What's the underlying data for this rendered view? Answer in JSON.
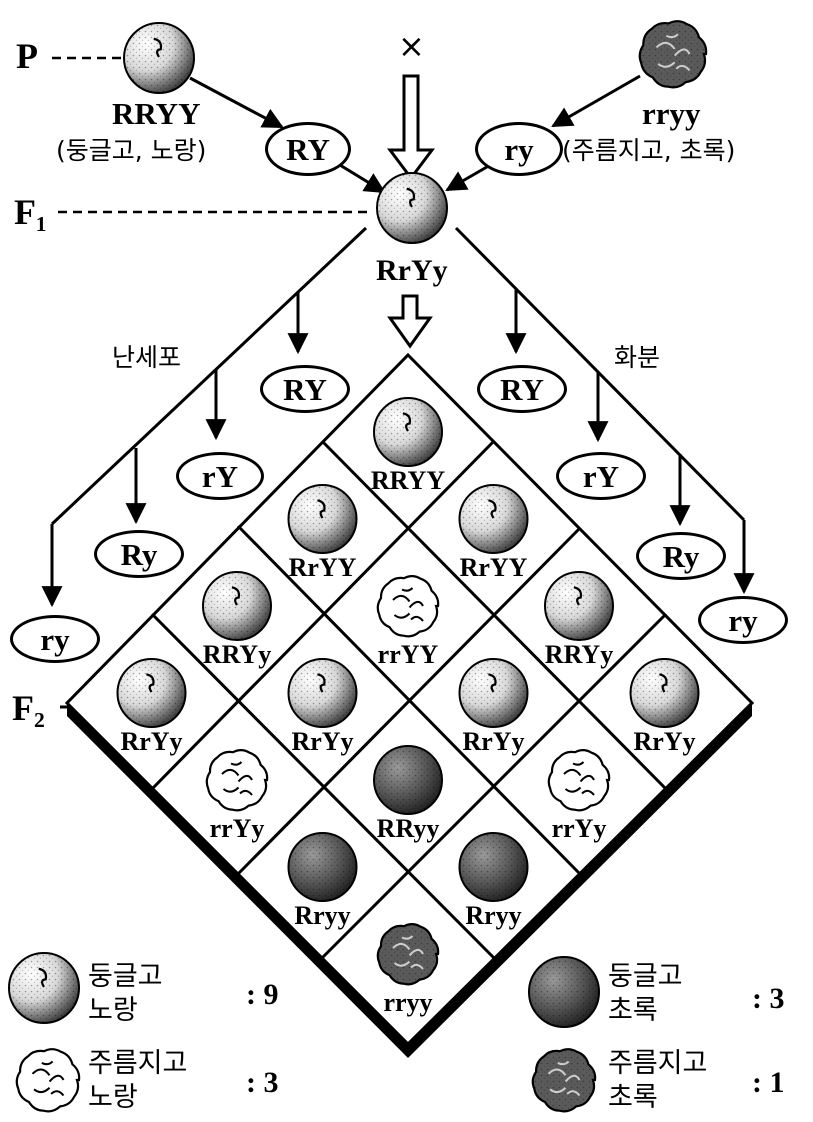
{
  "generations": {
    "p": "P",
    "f1": "F₁",
    "f2": "F₂"
  },
  "cross_symbol": "×",
  "parents": {
    "left": {
      "genotype": "RRYY",
      "phenotype": "(둥글고, 노랑)",
      "gamete": "RY",
      "seed": "round-yellow"
    },
    "right": {
      "genotype": "rryy",
      "phenotype": "(주름지고, 초록)",
      "gamete": "ry",
      "seed": "wrinkled-green"
    }
  },
  "f1": {
    "genotype": "RrYy",
    "seed": "round-yellow"
  },
  "egg_label": "난세포",
  "pollen_label": "화분",
  "egg_gametes": [
    "RY",
    "rY",
    "Ry",
    "ry"
  ],
  "pollen_gametes": [
    "RY",
    "rY",
    "Ry",
    "ry"
  ],
  "punnett": [
    [
      {
        "genotype": "RRYY",
        "seed": "round-yellow"
      },
      {
        "genotype": "RrYY",
        "seed": "round-yellow"
      },
      {
        "genotype": "RRYy",
        "seed": "round-yellow"
      },
      {
        "genotype": "RrYy",
        "seed": "round-yellow"
      }
    ],
    [
      {
        "genotype": "RrYY",
        "seed": "round-yellow"
      },
      {
        "genotype": "rrYY",
        "seed": "wrinkled-yellow"
      },
      {
        "genotype": "RrYy",
        "seed": "round-yellow"
      },
      {
        "genotype": "rrYy",
        "seed": "wrinkled-yellow"
      }
    ],
    [
      {
        "genotype": "RRYy",
        "seed": "round-yellow"
      },
      {
        "genotype": "RrYy",
        "seed": "round-yellow"
      },
      {
        "genotype": "RRyy",
        "seed": "round-green"
      },
      {
        "genotype": "Rryy",
        "seed": "round-green"
      }
    ],
    [
      {
        "genotype": "RrYy",
        "seed": "round-yellow"
      },
      {
        "genotype": "rrYy",
        "seed": "wrinkled-yellow"
      },
      {
        "genotype": "Rryy",
        "seed": "round-green"
      },
      {
        "genotype": "rryy",
        "seed": "wrinkled-green"
      }
    ]
  ],
  "legend": [
    {
      "line1": "둥글고",
      "line2": "노랑",
      "ratio": ": 9",
      "seed": "round-yellow"
    },
    {
      "line1": "주름지고",
      "line2": "노랑",
      "ratio": ": 3",
      "seed": "wrinkled-yellow"
    },
    {
      "line1": "둥글고",
      "line2": "초록",
      "ratio": ": 3",
      "seed": "round-green"
    },
    {
      "line1": "주름지고",
      "line2": "초록",
      "ratio": ": 1",
      "seed": "wrinkled-green"
    }
  ],
  "colors": {
    "ink": "#000000",
    "round_yellow_light": "#f4f4f4",
    "green_seed": "#555555",
    "wrinkled_yellow": "#ffffff",
    "wrinkled_green": "#5a5a5a"
  }
}
